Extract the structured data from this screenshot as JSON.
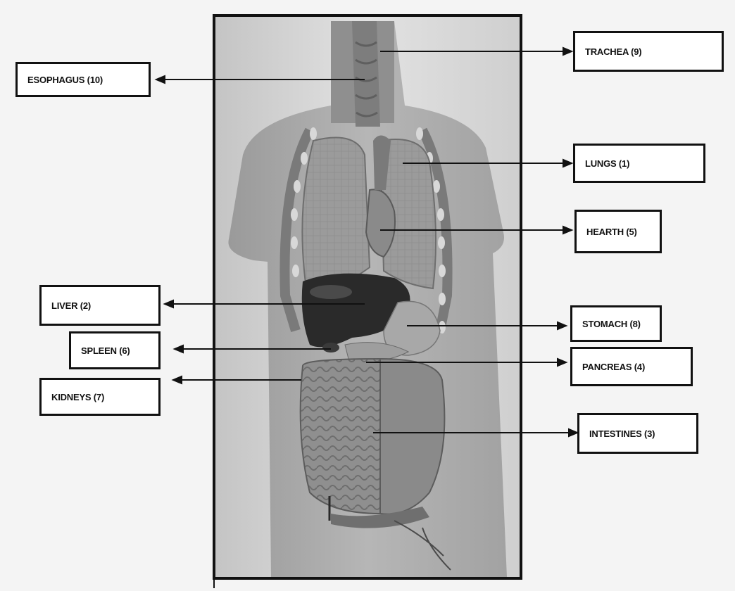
{
  "labels": {
    "esophagus": "ESOPHAGUS (10)",
    "trachea": "TRACHEA (9)",
    "lungs": "LUNGS (1)",
    "hearth": "HEARTH (5)",
    "liver": "LIVER (2)",
    "stomach": "STOMACH (8)",
    "spleen": "SPLEEN (6)",
    "pancreas": "PANCREAS (4)",
    "kidneys": "KIDNEYS (7)",
    "intestines": "INTESTINES (3)"
  }
}
